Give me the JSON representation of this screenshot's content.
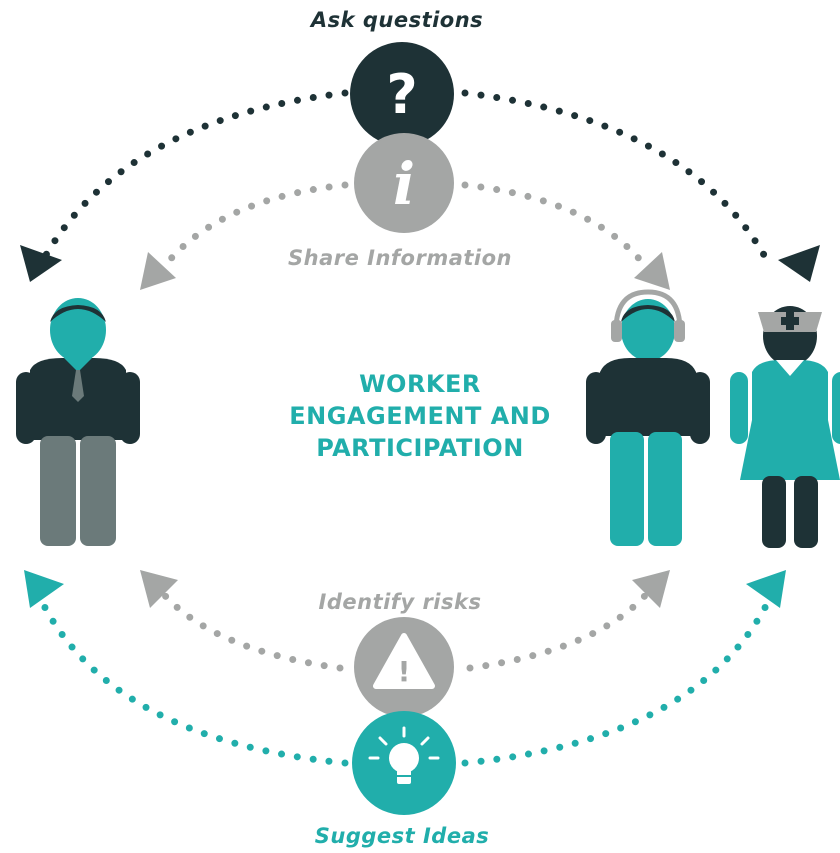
{
  "labels": {
    "ask_questions": "Ask questions",
    "share_information": "Share Information",
    "identify_risks": "Identify risks",
    "suggest_ideas": "Suggest Ideas"
  },
  "center_title": {
    "line1": "WORKER",
    "line2": "ENGAGEMENT AND",
    "line3": "PARTICIPATION"
  },
  "icons": {
    "ask": "question-mark",
    "share": "information",
    "risk": "warning-triangle",
    "idea": "lightbulb",
    "left_person": "manager-figure",
    "middle_person": "worker-with-headset",
    "right_person": "nurse-figure"
  },
  "colors": {
    "dark": "#1e3236",
    "teal": "#21aeab",
    "grey": "#a4a6a5",
    "slate": "#6b7a7a"
  }
}
